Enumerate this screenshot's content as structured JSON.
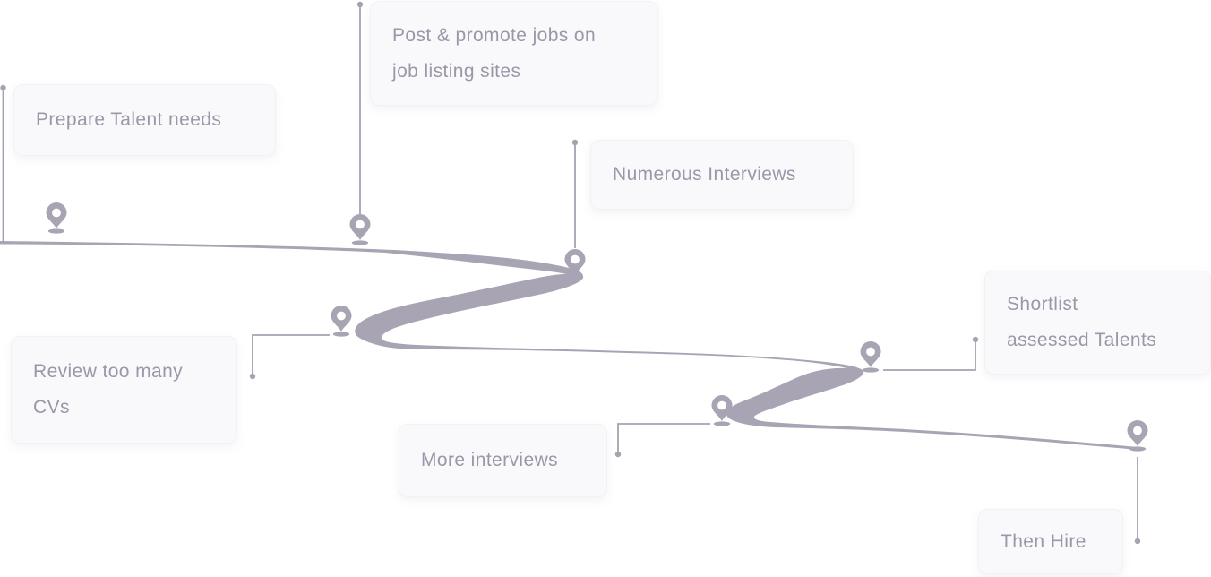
{
  "diagram": {
    "type": "recruitment-journey-roadmap",
    "colors": {
      "background": "#ffffff",
      "road": "#a8a4b3",
      "connector": "#a6a2b1",
      "card_background": "#f9f9fb",
      "card_border": "#f2f1f5",
      "text": "#9c97a8"
    },
    "steps": [
      {
        "id": "prepare-talent-needs",
        "icon": "map-pin-icon",
        "lines": [
          "Prepare Talent needs"
        ]
      },
      {
        "id": "post-promote-jobs",
        "icon": "map-pin-icon",
        "lines": [
          "Post & promote jobs on",
          "job listing sites"
        ]
      },
      {
        "id": "numerous-interviews",
        "icon": "map-pin-icon",
        "lines": [
          "Numerous Interviews"
        ]
      },
      {
        "id": "review-too-many-cvs",
        "icon": "map-pin-icon",
        "lines": [
          "Review too many",
          "CVs"
        ]
      },
      {
        "id": "shortlist-assessed-talents",
        "icon": "map-pin-icon",
        "lines": [
          "Shortlist",
          "assessed Talents"
        ]
      },
      {
        "id": "more-interviews",
        "icon": "map-pin-icon",
        "lines": [
          "More interviews"
        ]
      },
      {
        "id": "then-hire",
        "icon": "map-pin-icon",
        "lines": [
          "Then Hire"
        ]
      }
    ]
  }
}
